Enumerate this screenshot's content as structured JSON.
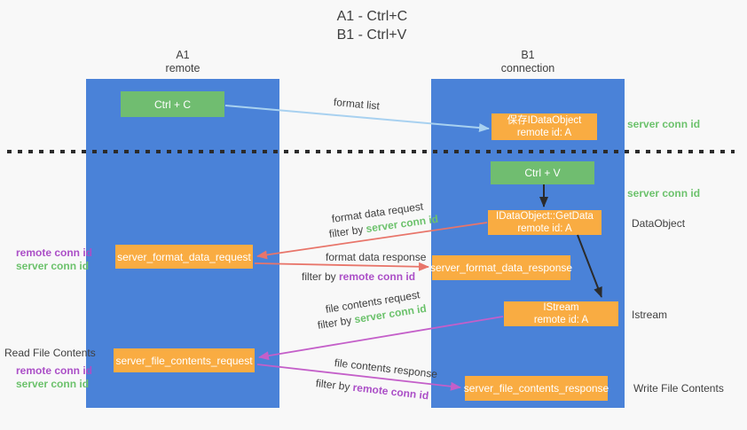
{
  "title": {
    "line1": "A1 - Ctrl+C",
    "line2": "B1 - Ctrl+V"
  },
  "lifelines": {
    "a1": {
      "title": "A1",
      "subtitle": "remote"
    },
    "b1": {
      "title": "B1",
      "subtitle": "connection"
    }
  },
  "boxes": {
    "ctrl_c": {
      "label": "Ctrl + C"
    },
    "save_dataobject": {
      "line1": "保存IDataObject",
      "line2": "remote id: A"
    },
    "ctrl_v": {
      "label": "Ctrl + V"
    },
    "getdata": {
      "line1": "IDataObject::GetData",
      "line2": "remote id: A"
    },
    "format_request": {
      "label": "server_format_data_request"
    },
    "format_response": {
      "label": "server_format_data_response"
    },
    "istream": {
      "line1": "IStream",
      "line2": "remote id: A"
    },
    "file_request": {
      "label": "server_file_contents_request"
    },
    "file_response": {
      "label": "server_file_contents_response"
    }
  },
  "arrow_labels": {
    "format_list": "format list",
    "format_data_request": "format data request",
    "format_data_request_filter": {
      "prefix": "filter by ",
      "key": "server conn id"
    },
    "format_data_response": "format data response",
    "format_data_response_filter": {
      "prefix": "filter by ",
      "key": "remote conn id"
    },
    "file_contents_request": "file contents request",
    "file_contents_request_filter": {
      "prefix": "filter by ",
      "key": "server conn id"
    },
    "file_contents_response": "file contents response",
    "file_contents_response_filter": {
      "prefix": "filter by ",
      "key": "remote conn id"
    }
  },
  "side_labels": {
    "server_conn_id_top": "server conn id",
    "server_conn_id_mid": "server conn id",
    "dataobject": "DataObject",
    "istream": "Istream",
    "write_file_contents": "Write File Contents",
    "read_file_contents": "Read File Contents",
    "left_remote_conn_id_1": "remote conn id",
    "left_server_conn_id_1": "server conn id",
    "left_remote_conn_id_2": "remote conn id",
    "left_server_conn_id_2": "server conn id"
  },
  "colors": {
    "bg": "#f8f8f8",
    "lifeline_blue": "#4a82d8",
    "box_green": "#70bd70",
    "box_orange": "#f9ac42",
    "arrow_blue": "#a8d1f0",
    "arrow_red": "#e8756a",
    "arrow_magenta": "#c45fc9",
    "arrow_black": "#2b2b2b",
    "text_green": "#6cc26c",
    "text_purple": "#ab4fc7",
    "text_dark": "#3f3f3f"
  }
}
